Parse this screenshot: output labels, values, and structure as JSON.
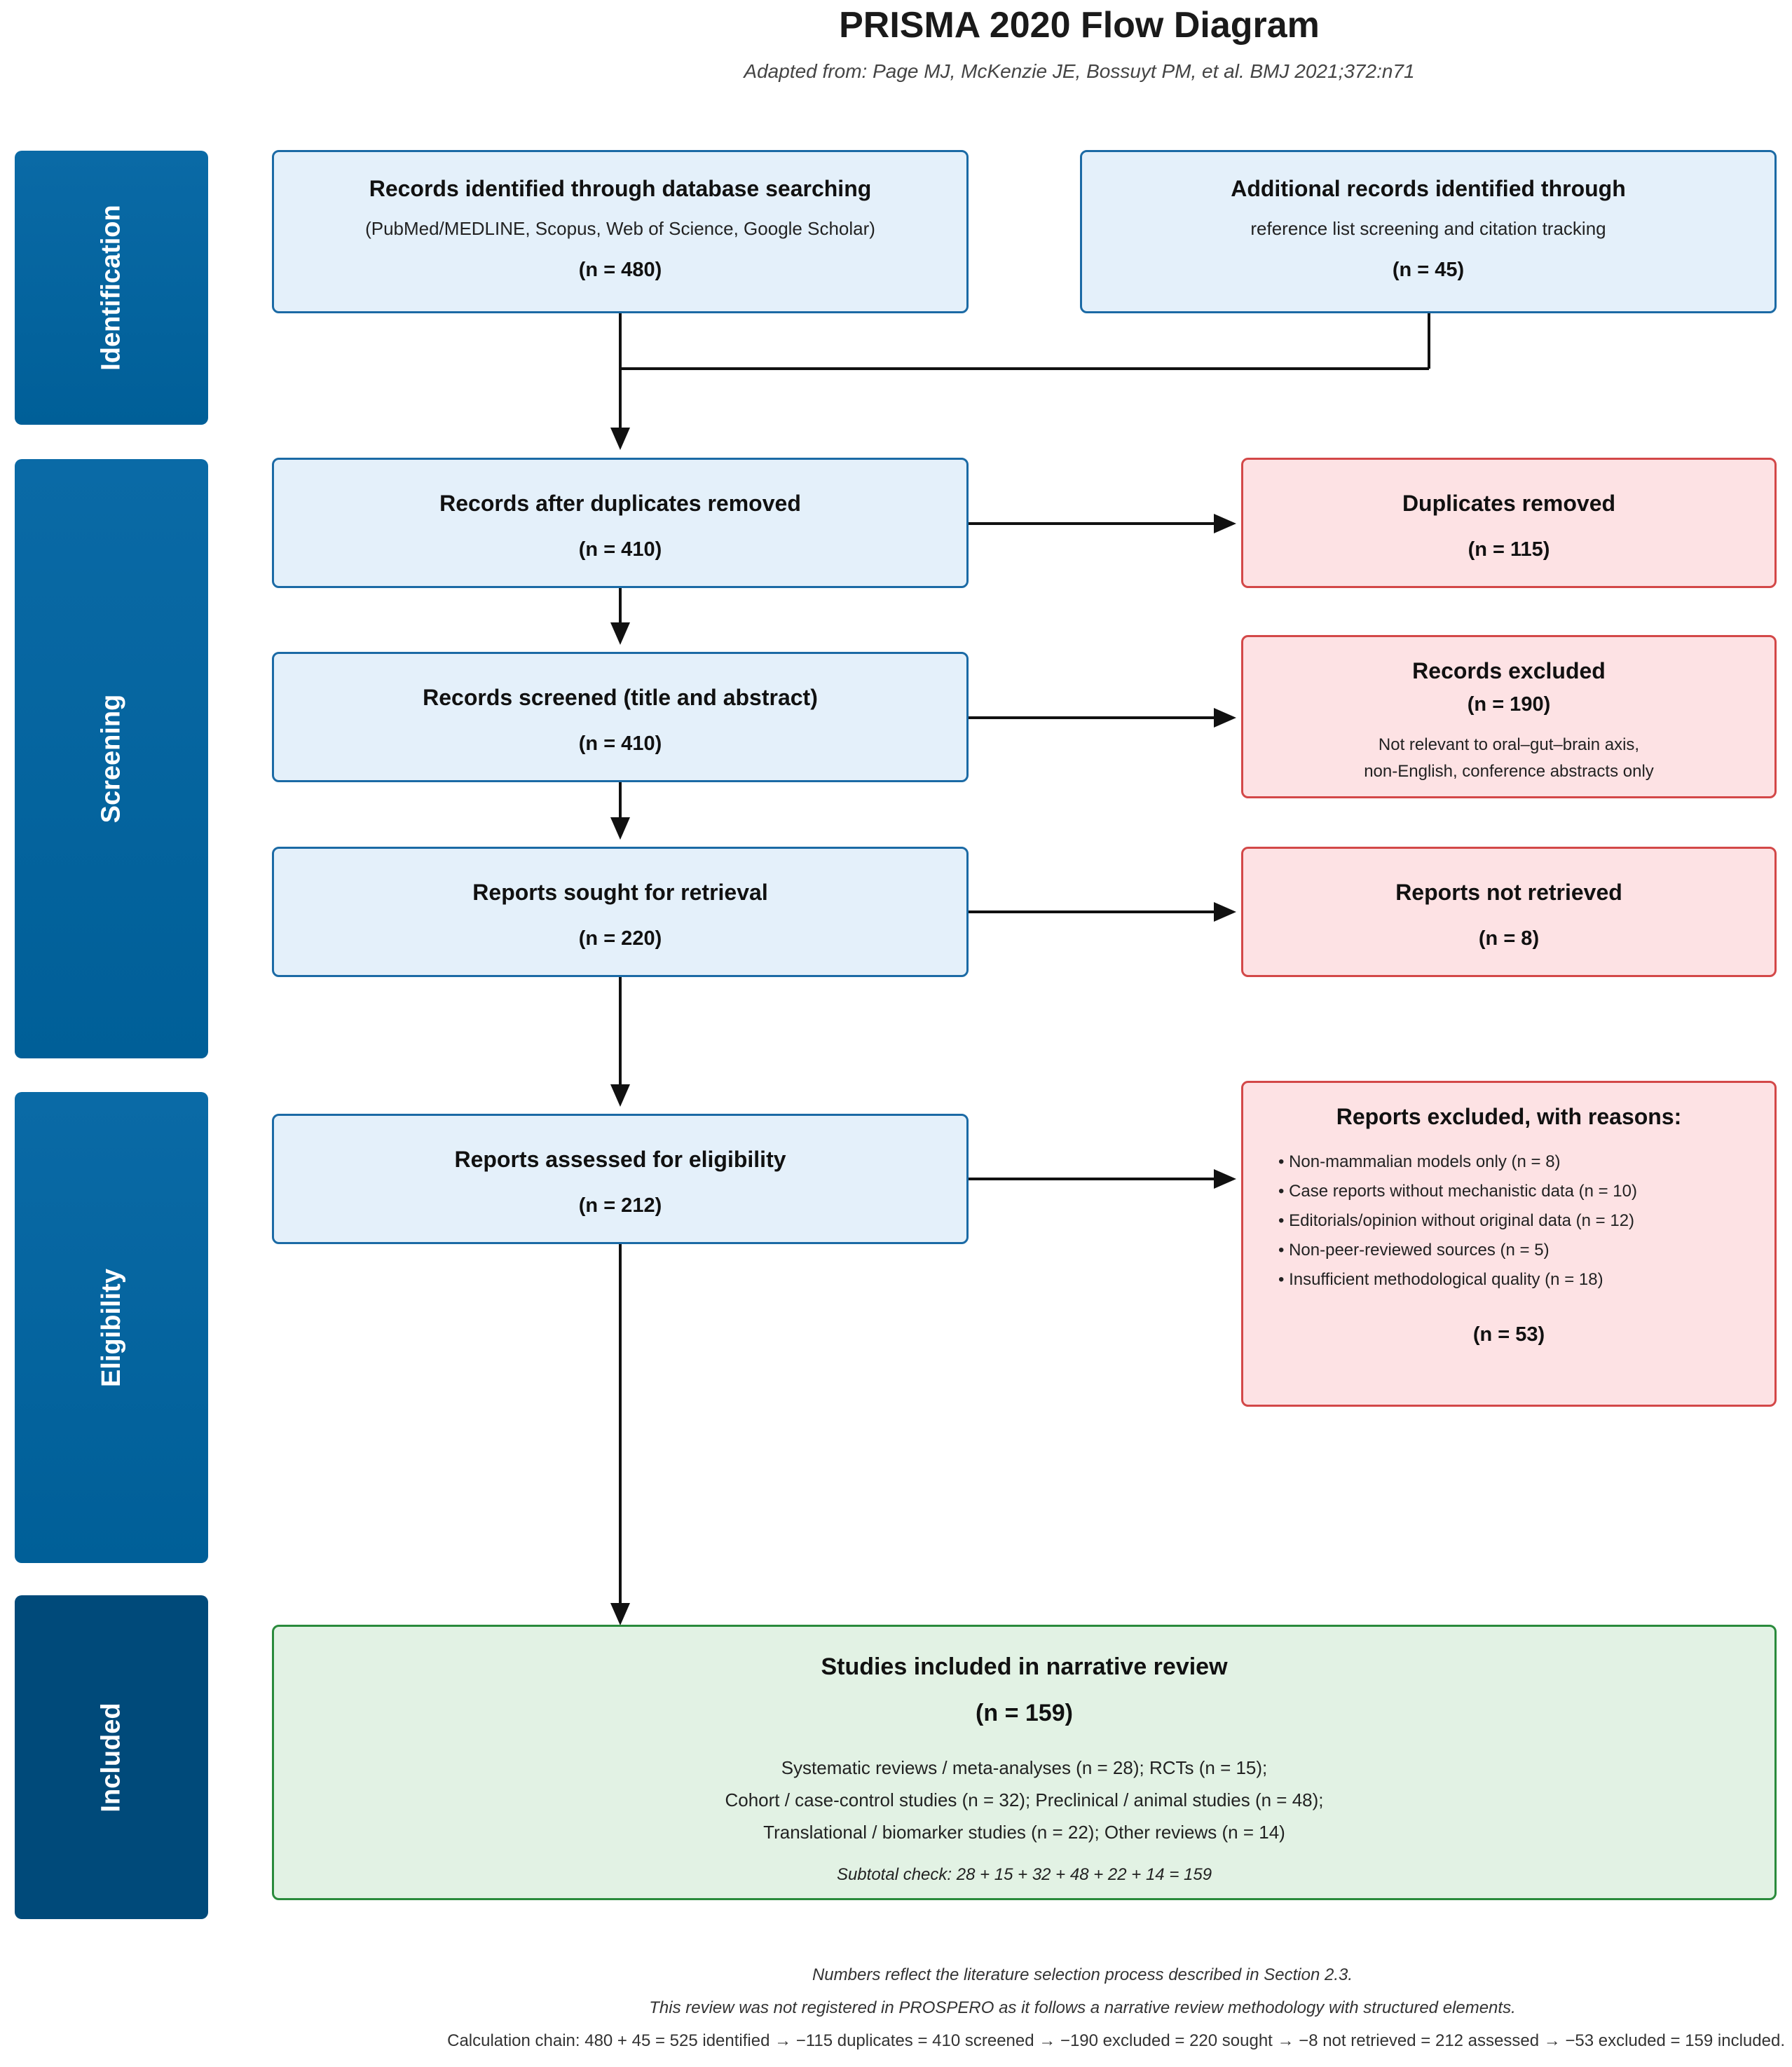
{
  "header": {
    "title": "PRISMA 2020 Flow Diagram",
    "subtitle": "Adapted from: Page MJ, McKenzie JE, Bossuyt PM, et al. BMJ 2021;372:n71"
  },
  "phases": {
    "identification": "Identification",
    "screening": "Screening",
    "eligibility": "Eligibility",
    "included": "Included"
  },
  "boxes": {
    "database": {
      "title": "Records identified through database searching",
      "detail": "(PubMed/MEDLINE, Scopus, Web of Science, Google Scholar)",
      "n": "(n = 480)"
    },
    "additional": {
      "title": "Additional records identified through",
      "detail": "reference list screening and citation tracking",
      "n": "(n = 45)"
    },
    "after_duplicates": {
      "title": "Records after duplicates removed",
      "n": "(n = 410)"
    },
    "duplicates_removed": {
      "title": "Duplicates removed",
      "n": "(n = 115)"
    },
    "screened": {
      "title": "Records screened (title and abstract)",
      "n": "(n = 410)"
    },
    "records_excluded": {
      "title": "Records excluded",
      "n": "(n = 190)",
      "detail_1": "Not relevant to oral–gut–brain axis,",
      "detail_2": "non-English, conference abstracts only"
    },
    "sought": {
      "title": "Reports sought for retrieval",
      "n": "(n = 220)"
    },
    "not_retrieved": {
      "title": "Reports not retrieved",
      "n": "(n = 8)"
    },
    "assessed": {
      "title": "Reports assessed for eligibility",
      "n": "(n = 212)"
    },
    "reports_excluded": {
      "title": "Reports excluded, with reasons:",
      "reasons": [
        "• Non-mammalian models only (n = 8)",
        "• Case reports without mechanistic data (n = 10)",
        "• Editorials/opinion without original data (n = 12)",
        "• Non-peer-reviewed sources (n = 5)",
        "• Insufficient methodological quality (n = 18)"
      ],
      "n": "(n = 53)"
    },
    "included": {
      "title": "Studies included in narrative review",
      "n": "(n = 159)",
      "line_1": "Systematic reviews / meta-analyses (n = 28); RCTs (n = 15);",
      "line_2": "Cohort / case-control studies (n = 32); Preclinical / animal studies (n = 48);",
      "line_3": "Translational / biomarker studies (n = 22); Other reviews (n = 14)",
      "subtotal": "Subtotal check: 28 + 15 + 32 + 48 + 22 + 14 = 159"
    }
  },
  "footer": {
    "note_1": "Numbers reflect the literature selection process described in Section 2.3.",
    "note_2": "This review was not registered in PROSPERO as it follows a narrative review methodology with structured elements.",
    "chain": "Calculation chain: 480 + 45 = 525 identified → −115 duplicates = 410 screened → −190 excluded = 220 sought → −8 not retrieved = 212 assessed → −53 excluded = 159 included."
  },
  "colors": {
    "phase_blue": "#005f98",
    "phase_dark": "#004a7a",
    "box_blue_border": "#1b6aa5",
    "box_red_border": "#d34848",
    "box_green_border": "#2a8b3c"
  }
}
